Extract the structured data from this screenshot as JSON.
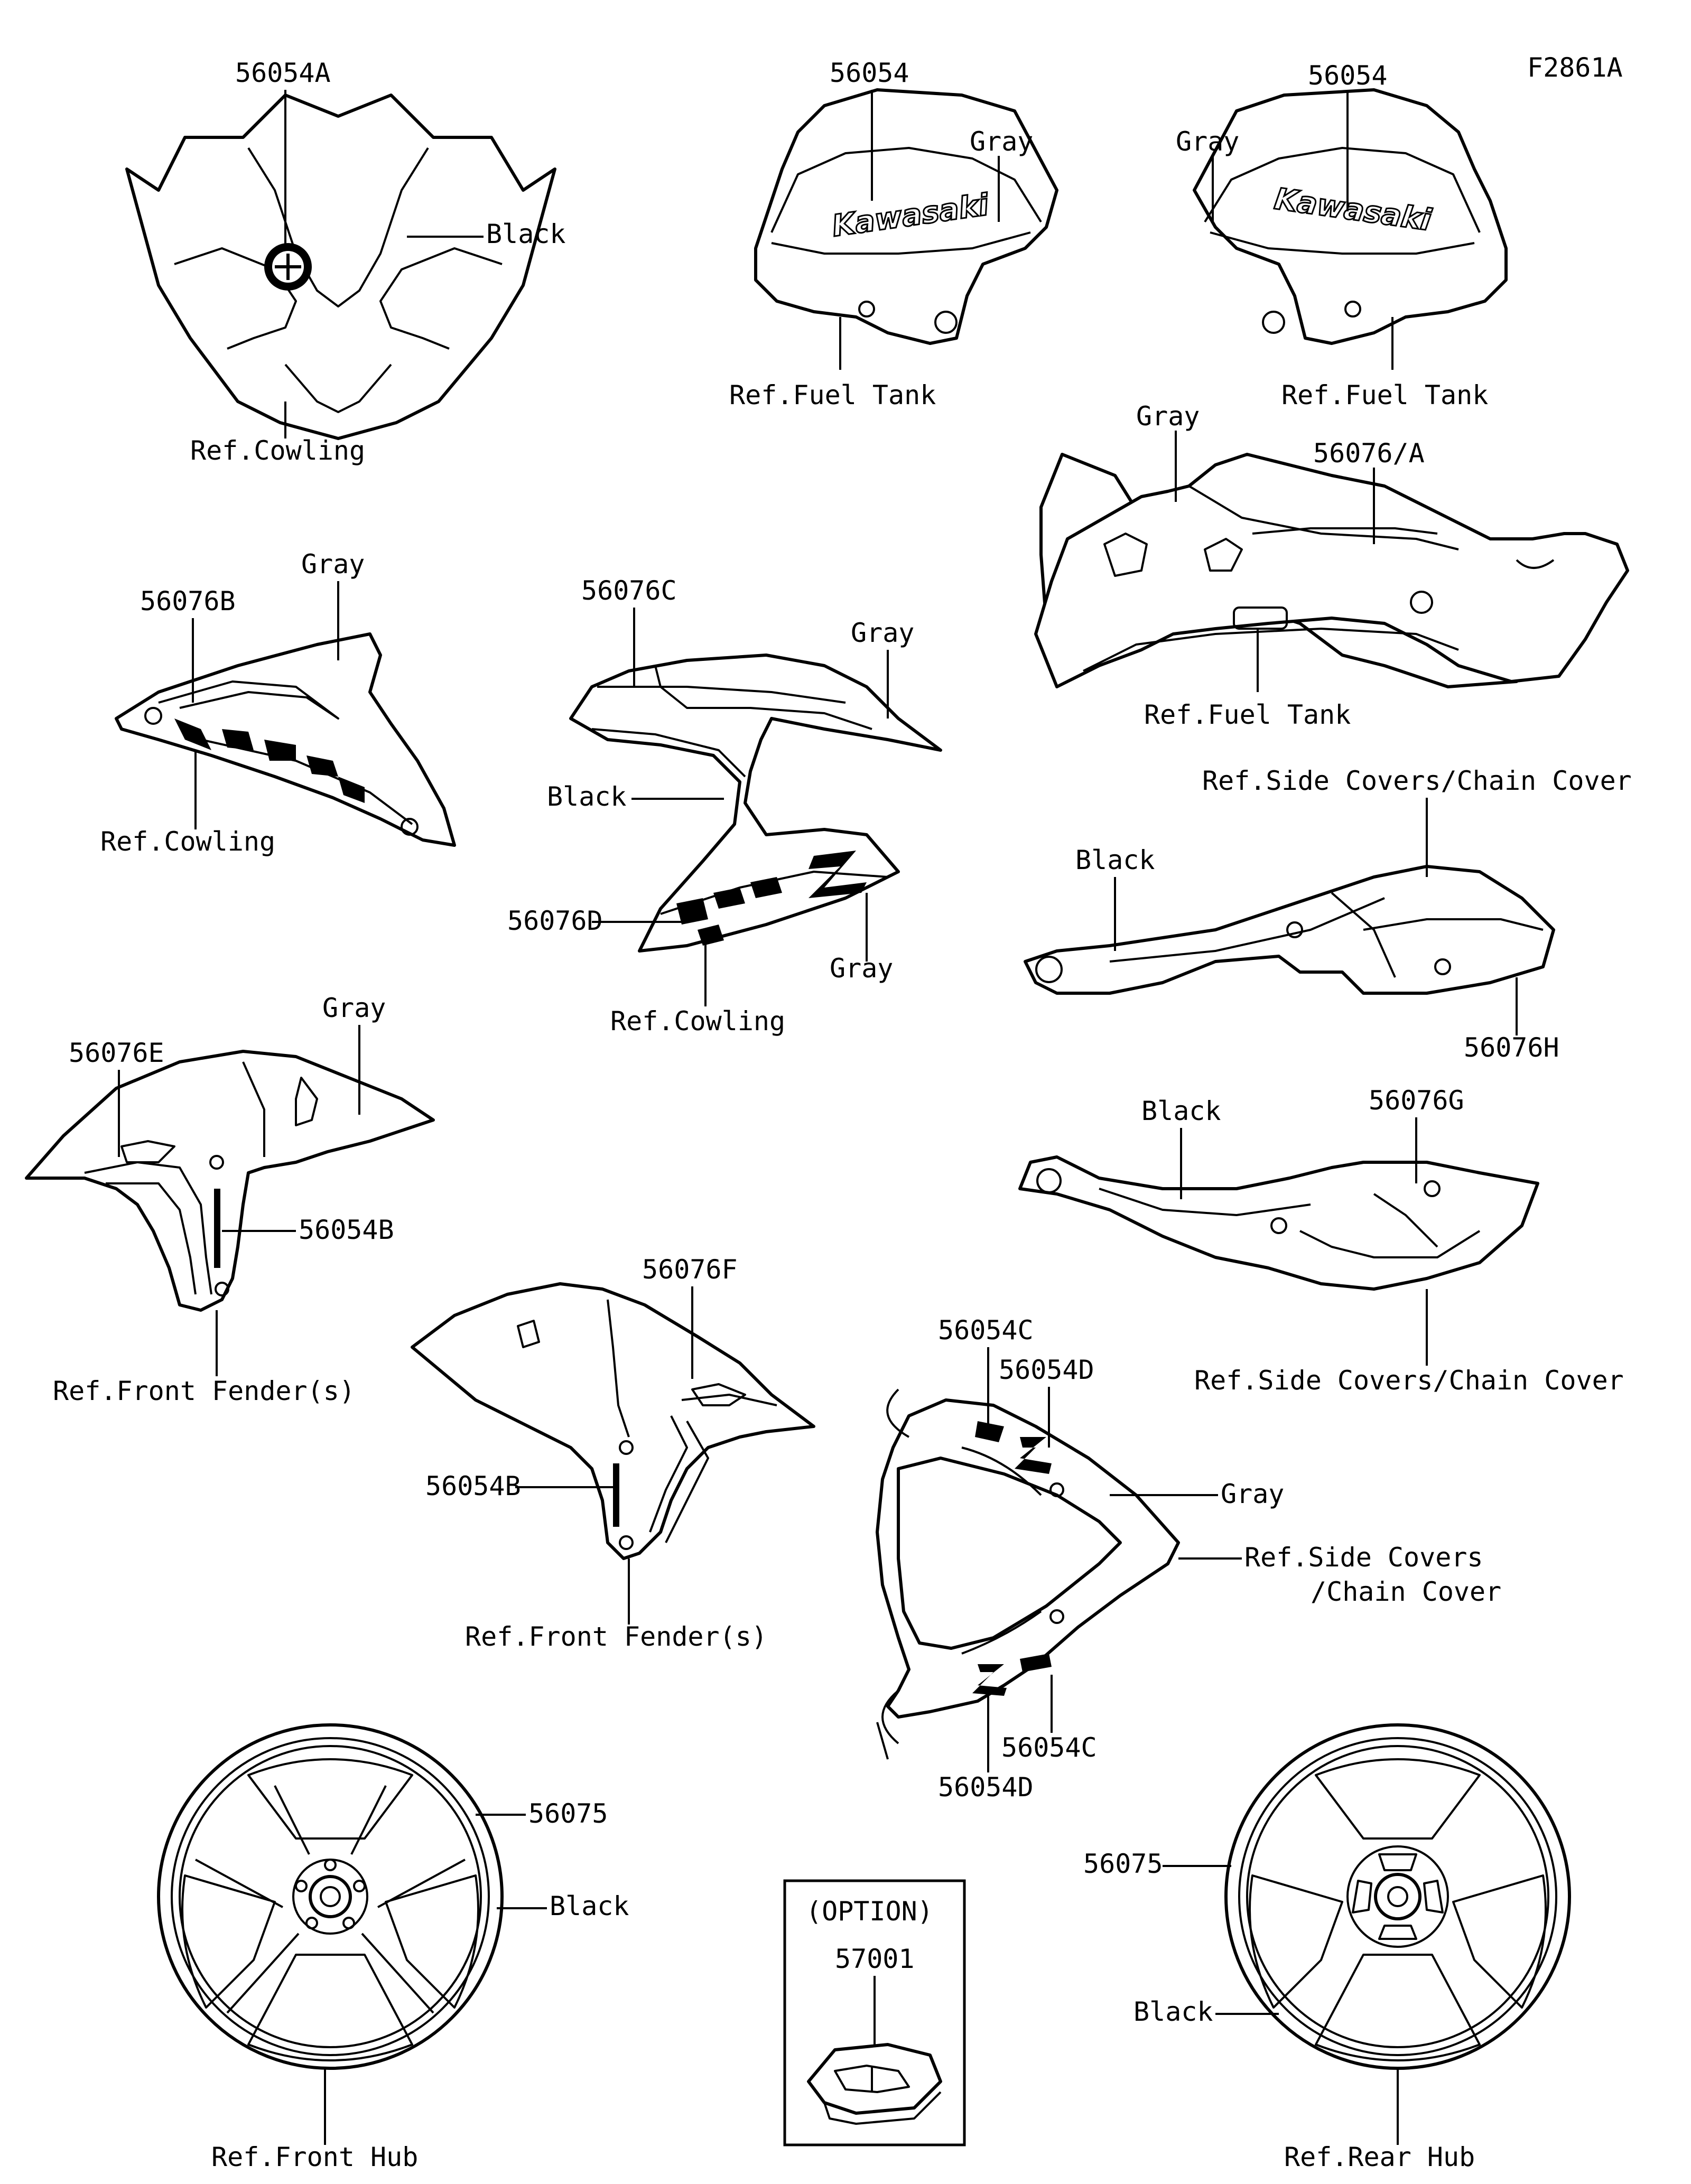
{
  "figure_code": "F2861A",
  "labels": {
    "p56054A": "56054A",
    "p56054_left": "56054",
    "p56054_right": "56054",
    "p56076A": "56076/A",
    "p56076B": "56076B",
    "p56076C": "56076C",
    "p56076D": "56076D",
    "p56076E": "56076E",
    "p56076F": "56076F",
    "p56076G": "56076G",
    "p56076H": "56076H",
    "p56054B_1": "56054B",
    "p56054B_2": "56054B",
    "p56054C_1": "56054C",
    "p56054C_2": "56054C",
    "p56054D_1": "56054D",
    "p56054D_2": "56054D",
    "p56075_front": "56075",
    "p56075_rear": "56075",
    "p57001": "57001",
    "option": "(OPTION)"
  },
  "colors": {
    "black_1": "Black",
    "black_2": "Black",
    "black_3": "Black",
    "black_4": "Black",
    "black_5": "Black",
    "black_6": "Black",
    "gray_1": "Gray",
    "gray_2": "Gray",
    "gray_3": "Gray",
    "gray_4": "Gray",
    "gray_5": "Gray",
    "gray_6": "Gray",
    "gray_7": "Gray",
    "gray_8": "Gray"
  },
  "refs": {
    "cowling_1": "Ref.Cowling",
    "cowling_2": "Ref.Cowling",
    "cowling_3": "Ref.Cowling",
    "fuel_tank_1": "Ref.Fuel Tank",
    "fuel_tank_2": "Ref.Fuel Tank",
    "fuel_tank_3": "Ref.Fuel Tank",
    "side_covers_1": "Ref.Side Covers/Chain Cover",
    "side_covers_2": "Ref.Side Covers/Chain Cover",
    "side_covers_3a": "Ref.Side Covers",
    "side_covers_3b": "/Chain Cover",
    "front_fender_1": "Ref.Front Fender(s)",
    "front_fender_2": "Ref.Front Fender(s)",
    "front_hub": "Ref.Front Hub",
    "rear_hub": "Ref.Rear Hub"
  },
  "logo_text": "Kawasaki"
}
